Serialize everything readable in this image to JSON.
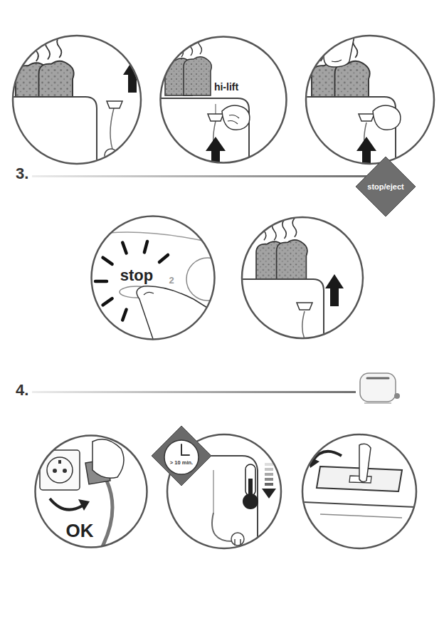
{
  "diagram": {
    "nodes": [
      {
        "text": [
          "hi-lift"
        ]
      },
      {
        "text": [
          "stop/eject"
        ]
      },
      {
        "text": [
          "stop",
          "2"
        ]
      },
      {
        "text": [
          "> 10 min."
        ]
      },
      {
        "text": [
          "OK"
        ]
      }
    ],
    "labels": [
      "3.",
      "4."
    ]
  }
}
